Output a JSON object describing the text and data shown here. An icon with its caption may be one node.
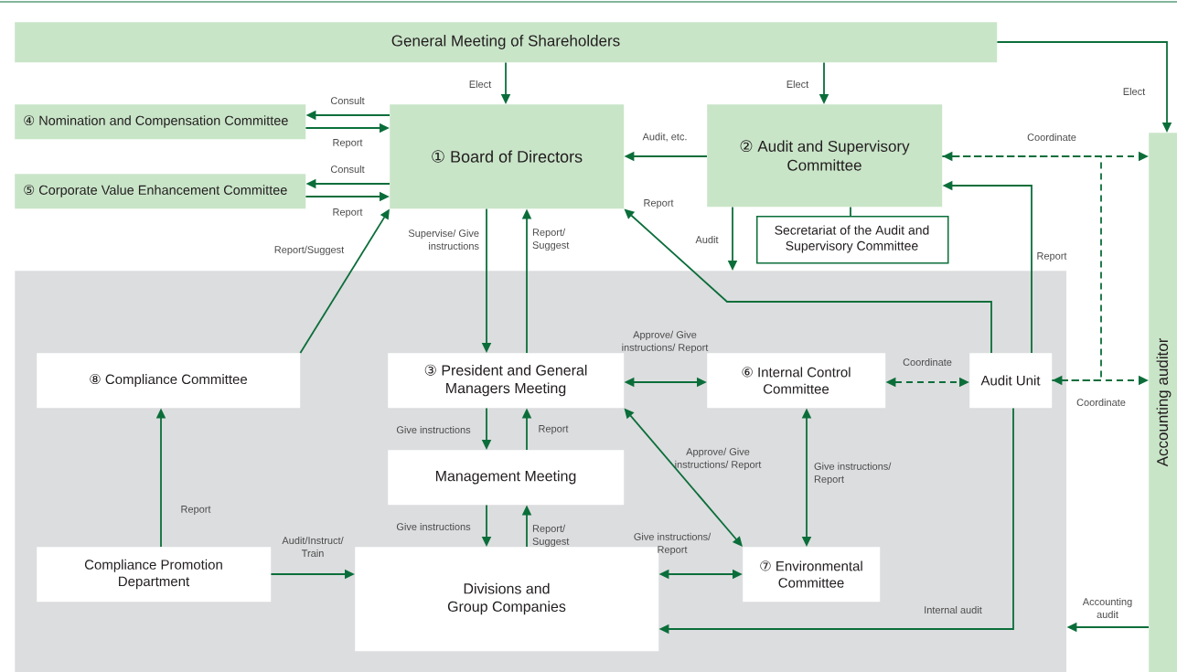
{
  "diagram": {
    "nodes": [
      {
        "text": [
          "General Meeting of Shareholders"
        ]
      },
      {
        "text": [
          "④ Nomination and Compensation Committee"
        ]
      },
      {
        "text": [
          "① Board of Directors"
        ]
      },
      {
        "text": [
          "② Audit and Supervisory Committee"
        ]
      },
      {
        "text": [
          "⑤ Corporate Value Enhancement Committee"
        ]
      },
      {
        "text": [
          "Secretariat of the Audit and Supervisory Committee"
        ]
      },
      {
        "text": [
          "Accounting auditor"
        ]
      },
      {
        "text": [],
        "shape": "box"
      },
      {
        "text": [
          "⑧ Compliance Committee"
        ],
        "in": 7
      },
      {
        "text": [
          "③ President and General Managers Meeting"
        ],
        "in": 7
      },
      {
        "text": [
          "⑥ Internal Control Committee"
        ],
        "in": 7
      },
      {
        "text": [
          "Audit Unit"
        ],
        "in": 7
      },
      {
        "text": [
          "Management Meeting"
        ],
        "in": 7
      },
      {
        "text": [
          "Compliance Promotion Department"
        ],
        "in": 7
      },
      {
        "text": [
          "Divisions and Group Companies"
        ],
        "in": 7
      },
      {
        "text": [
          "⑦ Environmental Committee"
        ],
        "in": 7
      }
    ],
    "edges": [
      {
        "from": 0,
        "to": 2,
        "arrow": "to",
        "label": "Elect"
      },
      {
        "from": 0,
        "to": 3,
        "arrow": "to",
        "label": "Elect"
      },
      {
        "from": 0,
        "to": 6,
        "arrow": "to",
        "label": "Elect"
      },
      {
        "from": 2,
        "to": 1,
        "arrow": "to",
        "label": "Consult"
      },
      {
        "from": 1,
        "to": 2,
        "arrow": "to",
        "label": "Report"
      },
      {
        "from": 2,
        "to": 4,
        "arrow": "to",
        "label": "Consult"
      },
      {
        "from": 4,
        "to": 2,
        "arrow": "to",
        "label": "Report"
      },
      {
        "from": 3,
        "to": 2,
        "arrow": "to",
        "label": "Audit, etc."
      },
      {
        "from": 3,
        "to": 5,
        "arrow": "none"
      },
      {
        "from": 3,
        "to": 6,
        "arrow": "both",
        "label": "Coordinate",
        "style": "dashed"
      },
      {
        "from": 3,
        "to": 7,
        "arrow": "to",
        "label": "Audit"
      },
      {
        "from": 2,
        "to": 9,
        "arrow": "to",
        "label": "Supervise/ Give instructions"
      },
      {
        "from": 9,
        "to": 2,
        "arrow": "to",
        "label": "Report/ Suggest"
      },
      {
        "from": 8,
        "to": 2,
        "arrow": "to",
        "label": "Report/Suggest"
      },
      {
        "from": 11,
        "to": 2,
        "arrow": "to",
        "label": "Report"
      },
      {
        "from": 11,
        "to": 3,
        "arrow": "to",
        "label": "Report"
      },
      {
        "from": 9,
        "to": 10,
        "arrow": "both",
        "label": "Approve/ Give instructions/ Report"
      },
      {
        "from": 10,
        "to": 11,
        "arrow": "both",
        "label": "Coordinate",
        "style": "dashed"
      },
      {
        "from": 11,
        "to": 6,
        "arrow": "both",
        "label": "Coordinate",
        "style": "dashed"
      },
      {
        "from": 3,
        "to": 11,
        "arrow": "none",
        "style": "dashed"
      },
      {
        "from": 9,
        "to": 12,
        "arrow": "to",
        "label": "Give instructions"
      },
      {
        "from": 12,
        "to": 9,
        "arrow": "to",
        "label": "Report"
      },
      {
        "from": 12,
        "to": 14,
        "arrow": "to",
        "label": "Give instructions"
      },
      {
        "from": 14,
        "to": 12,
        "arrow": "to",
        "label": "Report/ Suggest"
      },
      {
        "from": 9,
        "to": 15,
        "arrow": "both",
        "label": "Approve/ Give instructions/ Report"
      },
      {
        "from": 10,
        "to": 15,
        "arrow": "both",
        "label": "Give instructions/ Report"
      },
      {
        "from": 14,
        "to": 15,
        "arrow": "both",
        "label": "Give instructions/ Report"
      },
      {
        "from": 13,
        "to": 8,
        "arrow": "to",
        "label": "Report"
      },
      {
        "from": 13,
        "to": 14,
        "arrow": "to",
        "label": "Audit/Instruct/ Train"
      },
      {
        "from": 11,
        "to": 14,
        "arrow": "to",
        "label": "Internal audit"
      },
      {
        "from": 6,
        "to": 7,
        "arrow": "to",
        "label": "Accounting audit"
      }
    ]
  }
}
